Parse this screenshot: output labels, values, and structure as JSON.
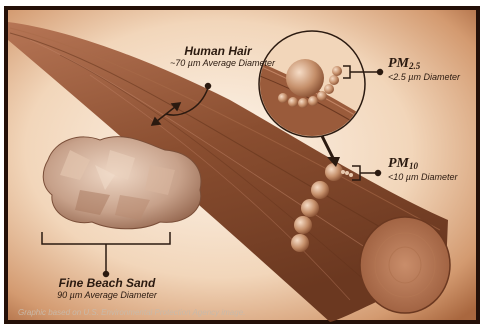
{
  "hair": {
    "title": "Human Hair",
    "subtitle": "~70 µm Average Diameter"
  },
  "pm25": {
    "title": "PM",
    "subscript": "2.5",
    "subtitle": "<2.5 µm Diameter"
  },
  "pm10": {
    "title": "PM",
    "subscript": "10",
    "subtitle": "<10 µm Diameter"
  },
  "sand": {
    "title": "Fine Beach Sand",
    "subtitle": "90 µm Average Diameter"
  },
  "credit": "Graphic based on U.S. Environmental Protection Agency image.",
  "colors": {
    "background_top": "#fbf1e6",
    "background_mid": "#f0cfb0",
    "background_edge": "#b5764c",
    "hair": "#8a4e30",
    "hair_light": "#b07050",
    "sand": "#c8a48c",
    "particle": "#c89a78",
    "text": "#2b1a10"
  }
}
